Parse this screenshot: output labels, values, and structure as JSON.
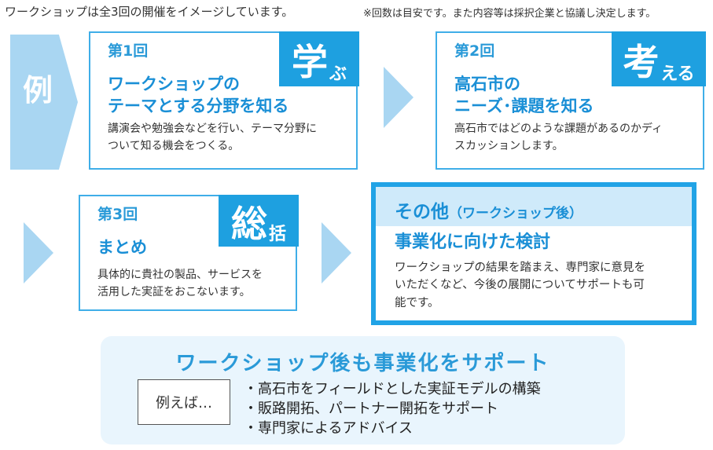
{
  "header": {
    "left": "ワークショップは全3回の開催をイメージしています。",
    "right": "※回数は目安です。また内容等は採択企業と協議し決定します。"
  },
  "example_label": "例",
  "cards": [
    {
      "round": "第1回",
      "badge_big": "学",
      "badge_small": "ぶ",
      "title_line1": "ワークショップの",
      "title_line2": "テーマとする分野を知る",
      "desc_line1": "講演会や勉強会などを行い、テーマ分野に",
      "desc_line2": "ついて知る機会をつくる。"
    },
    {
      "round": "第2回",
      "badge_big": "考",
      "badge_small": "える",
      "title_line1": "高石市の",
      "title_line2": "ニーズ･課題を知る",
      "desc_line1": "高石市ではどのような課題があるのかディ",
      "desc_line2": "スカッションします。"
    },
    {
      "round": "第3回",
      "badge_big": "総",
      "badge_small": "括",
      "title_line1": "まとめ",
      "desc_line1": "具体的に貴社の製品、サービスを",
      "desc_line2": "活用した実証をおこないます。"
    }
  ],
  "other": {
    "title": "その他",
    "subtitle": "（ワークショップ後）",
    "heading": "事業化に向けた検討",
    "desc_line1": "ワークショップの結果を踏まえ、専門家に意見を",
    "desc_line2": "いただくなど、今後の展開についてサポートも可",
    "desc_line3": "能です。"
  },
  "support": {
    "title": "ワークショップ後も事業化をサポート",
    "example_label": "例えば…",
    "items": [
      "・高石市をフィールドとした実証モデルの構築",
      "・販路開拓、パートナー開拓をサポート",
      "・専門家によるアドバイス"
    ]
  },
  "colors": {
    "accent": "#1ea0e0",
    "arrow": "#a9d6f2",
    "light_panel": "#e9f5fd"
  }
}
